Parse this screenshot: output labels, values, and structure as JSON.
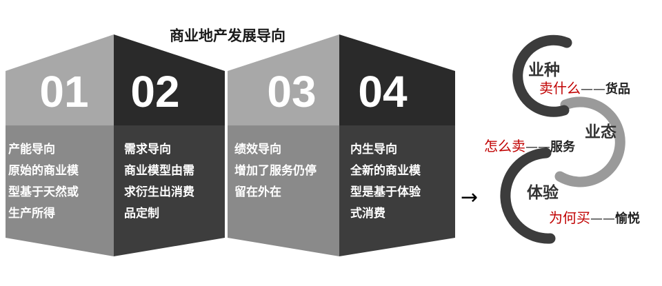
{
  "title": "商业地产发展导向",
  "columns": [
    {
      "number": "01",
      "heading": "产能导向",
      "lines": [
        "原始的商业模",
        "型基于天然或",
        "生产所得"
      ]
    },
    {
      "number": "02",
      "heading": "需求导向",
      "lines": [
        "商业模型由需",
        "求衍生出消费",
        "品定制"
      ]
    },
    {
      "number": "03",
      "heading": "绩效导向",
      "lines": [
        "增加了服务仍停",
        "留在外在"
      ]
    },
    {
      "number": "04",
      "heading": "内生导向",
      "lines": [
        "全新的商业模",
        "型是基于体验",
        "式消费"
      ]
    }
  ],
  "arrow": "→",
  "rings": [
    {
      "title": "业种",
      "question": "卖什么",
      "dash": "——",
      "answer": "货品"
    },
    {
      "title": "业态",
      "question": "怎么卖",
      "dash": "——",
      "answer": "服务"
    },
    {
      "title": "体验",
      "question": "为何买",
      "dash": "——",
      "answer": "愉悦"
    }
  ],
  "colors": {
    "light_face": "#8a8a8a",
    "light_top": "#a8a8a8",
    "dark_face": "#3d3d3d",
    "dark_top": "#2a2a2a",
    "ring_dark": "#3c3c3c",
    "ring_light": "#9a9a9a",
    "red_text": "#c00000"
  }
}
